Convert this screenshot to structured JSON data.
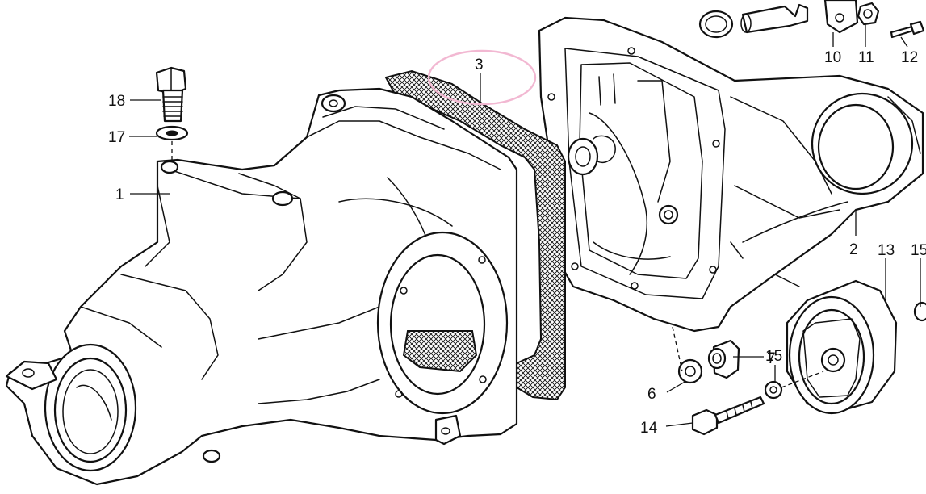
{
  "diagram": {
    "part_labels": [
      {
        "number": "1"
      },
      {
        "number": "2"
      },
      {
        "number": "3"
      },
      {
        "number": "6"
      },
      {
        "number": "7"
      },
      {
        "number": "10"
      },
      {
        "number": "11"
      },
      {
        "number": "12"
      },
      {
        "number": "13"
      },
      {
        "number": "14"
      },
      {
        "number": "15"
      },
      {
        "number": "15"
      },
      {
        "number": "17"
      },
      {
        "number": "18"
      }
    ],
    "highlight": {
      "target_part": "3",
      "color": "#f2b8d2"
    },
    "colors": {
      "line": "#111111",
      "background": "#ffffff"
    }
  }
}
